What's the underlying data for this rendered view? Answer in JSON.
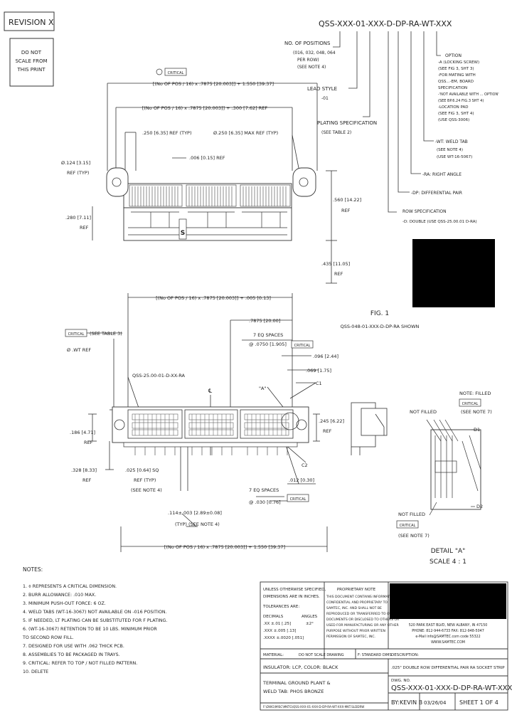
{
  "revision": "REVISION X",
  "scale_note": [
    "DO NOT",
    "SCALE FROM",
    "THIS PRINT"
  ],
  "part_number": "QSS-XXX-01-XXX-D-DP-RA-WT-XXX",
  "callouts": {
    "positions": [
      "NO. OF POSITIONS",
      "(016, 032, 048, 064",
      "PER ROW)",
      "(SEE NOTE 4)"
    ],
    "lead_style": [
      "LEAD STYLE",
      "-01"
    ],
    "plating": [
      "PLATING SPECIFICATION",
      "(SEE TABLE 2)"
    ],
    "option": [
      "OPTION",
      "-A (LOCKING SCREW)",
      "(SEE FIG 3, SHT 3)",
      "-FOR MATING WITH",
      "QSS...-EM, BOARD",
      "SPECIFICATION",
      "-'NOT AVAILABLE WITH ... OPTION'",
      "(SEE BP.6.24 FIG.3 SHT 4)",
      "-LOCATION PAD",
      "(SEE FIG 3, SHT 4)",
      "(USE QSS-3006)"
    ],
    "weld_tab": [
      "-WT: WELD TAB",
      "(SEE NOTE 4)",
      "(USE WT-16-5067)"
    ],
    "right_angle": "-RA: RIGHT ANGLE",
    "diff_pair": "-DP: DIFFERENTIAL PAIR",
    "row_spec": [
      "ROW SPECIFICATION",
      "-D: DOUBLE (USE QSS-25.00.01 D-RA)"
    ]
  },
  "top_view": {
    "overall_dim": "[(No OF POS / 16) x .7875 [20.003]] + 1.550 [39.37]",
    "pitch_dim": "[(No OF POS / 16) x .7875 [20.003]] + .300 [7.62] REF",
    "dim_250": ".250 [6.35] REF (TYP)",
    "dim_006": ".006 [0.15] REF",
    "dim_dia250": "Ø.250 [6.35] MAX REF (TYP)",
    "dim_dia124": [
      "Ø.124 [3.15]",
      "REF (TYP)"
    ],
    "dim_560": [
      ".560 [14.22]",
      "REF"
    ],
    "dim_280": [
      ".280 [7.11]",
      "REF"
    ],
    "dim_435": [
      ".435 [11.05]",
      "REF"
    ],
    "critical": "CRITICAL"
  },
  "figure": [
    "FIG. 1",
    "QSS-048-01-XXX-D-DP-RA SHOWN"
  ],
  "front_view": {
    "overall_dim": "[(No OF POS / 16) x .7875 [20.003]] + .005 [0.13]",
    "dim_7875": ".7875 [20.00]",
    "eq_spaces_top": [
      "7 EQ SPACES",
      "@ .0750 [1.905]"
    ],
    "critical_table": "(SEE TABLE 3)",
    "dim_ref": "Ø .WT REF",
    "dim_096": ".096 [2.44]",
    "dim_069": ".069 [1.75]",
    "label_a": "\"A\"",
    "label_c1": "C1",
    "qss_label": "QSS-25.00-01-D-XX-RA",
    "cl": "℄",
    "dim_186": [
      ".186 [4.71]",
      "REF"
    ],
    "dim_245": [
      ".245 [6.22]",
      "REF"
    ],
    "dim_328": [
      ".328 [8.33]",
      "REF"
    ],
    "dim_025": [
      ".025 [0.64] SQ",
      "REF (TYP)",
      "(SEE NOTE 4)"
    ],
    "dim_012": ".012 [0.30]",
    "label_c2": "C2",
    "eq_spaces_bottom": [
      "7 EQ SPACES",
      "@ .030 [0.76]"
    ],
    "dim_114": [
      ".114±.003 [2.89±0.08]",
      "(TYP) (SEE NOTE 4)"
    ],
    "overall_dim_bottom": "[(No OF POS / 16) x .7875 [20.003]] + 1.550 [39.37]"
  },
  "detail": {
    "not_filled_top": [
      "NOTE: FILLED",
      "(SEE NOTE 7)"
    ],
    "not_filled": "NOT FILLED",
    "d1": "D1",
    "d2": "D2",
    "not_filled_bottom": [
      "NOT FILLED",
      "(SEE NOTE 7)"
    ],
    "title": [
      "DETAIL \"A\"",
      "SCALE 4 : 1"
    ]
  },
  "notes": {
    "title": "NOTES:",
    "items": [
      "1. ⌽ REPRESENTS A CRITICAL DIMENSION.",
      "2. BURR ALLOWANCE: .010 MAX.",
      "3. MINIMUM PUSH-OUT FORCE: 6 OZ.",
      "4. WELD TABS (WT-16-3067) NOT AVAILABLE ON -016 POSITION.",
      "5. IF NEEDED, LT PLATING CAN BE SUBSTITUTED FOR F PLATING.",
      "6. (WT-16-3067) RETENTION TO BE 10 LBS. MINIMUM PRIOR",
      "   TO SECOND ROW FILL.",
      "7. DESIGNED FOR USE WITH .062 THICK PCB.",
      "8. ASSEMBLIES TO BE PACKAGED IN TRAYS.",
      "9. CRITICAL: REFER TO TOP / NOT FILLED PATTERN.",
      "10. DELETE"
    ]
  },
  "title_block": {
    "tolerance_header": [
      "UNLESS OTHERWISE SPECIFIED,",
      "DIMENSIONS ARE IN INCHES.",
      "TOLERANCES ARE:"
    ],
    "tolerance_lines": [
      "DECIMALS",
      "ANGLES",
      ".XX ±.01 [.25]",
      "±2°",
      ".XXX ±.005 [.13]",
      ".XXXX ±.0020 [.051]"
    ],
    "proprietary": [
      "PROPRIETARY NOTE",
      "THIS DOCUMENT CONTAINS INFORMATION",
      "CONFIDENTIAL AND PROPRIETARY TO",
      "SAMTEC, INC. AND SHALL NOT BE",
      "REPRODUCED OR TRANSFERRED TO OTHER",
      "DOCUMENTS OR DISCLOSED TO OTHERS OR",
      "USED FOR MANUFACTURING OR ANY OTHER",
      "PURPOSE WITHOUT PRIOR WRITTEN",
      "PERMISSION OF SAMTEC, INC."
    ],
    "company": [
      "520 PARK EAST BLVD, NEW ALBANY, IN 47150",
      "PHONE: 812-944-6733   FAX: 812-948-5047",
      "e-Mail info@SAMTEC.com   code 55322",
      "WWW.SAMTEC.COM"
    ],
    "material_label": "MATERIAL:",
    "do_not_scale": "DO NOT SCALE DRAWING",
    "standard_dims": "F: STANDARD DIMS",
    "description_label": "DESCRIPTION:",
    "description": ".025\" DOUBLE ROW DIFFERENTIAL PAIR RA SOCKET STRIP",
    "insulator": "INSULATOR: LCP, COLOR: BLACK",
    "terminal": [
      "TERMINAL GROUND PLANT &",
      "WELD TAB: PHOS BRONZE"
    ],
    "dwg_label": "DWG. NO.",
    "dwg_no": "QSS-XXX-01-XXX-D-DP-RA-WT-XXX",
    "by_label": "BY:",
    "by": "KEVIN B",
    "date": "03/26/04",
    "sheet": "SHEET 1 OF 4",
    "footer": "F:\\DWG\\MISC\\MKTG\\QSS-XXX-01-XXX-D-DP-RA-WT-XXX-MKT.SLDDRW"
  }
}
